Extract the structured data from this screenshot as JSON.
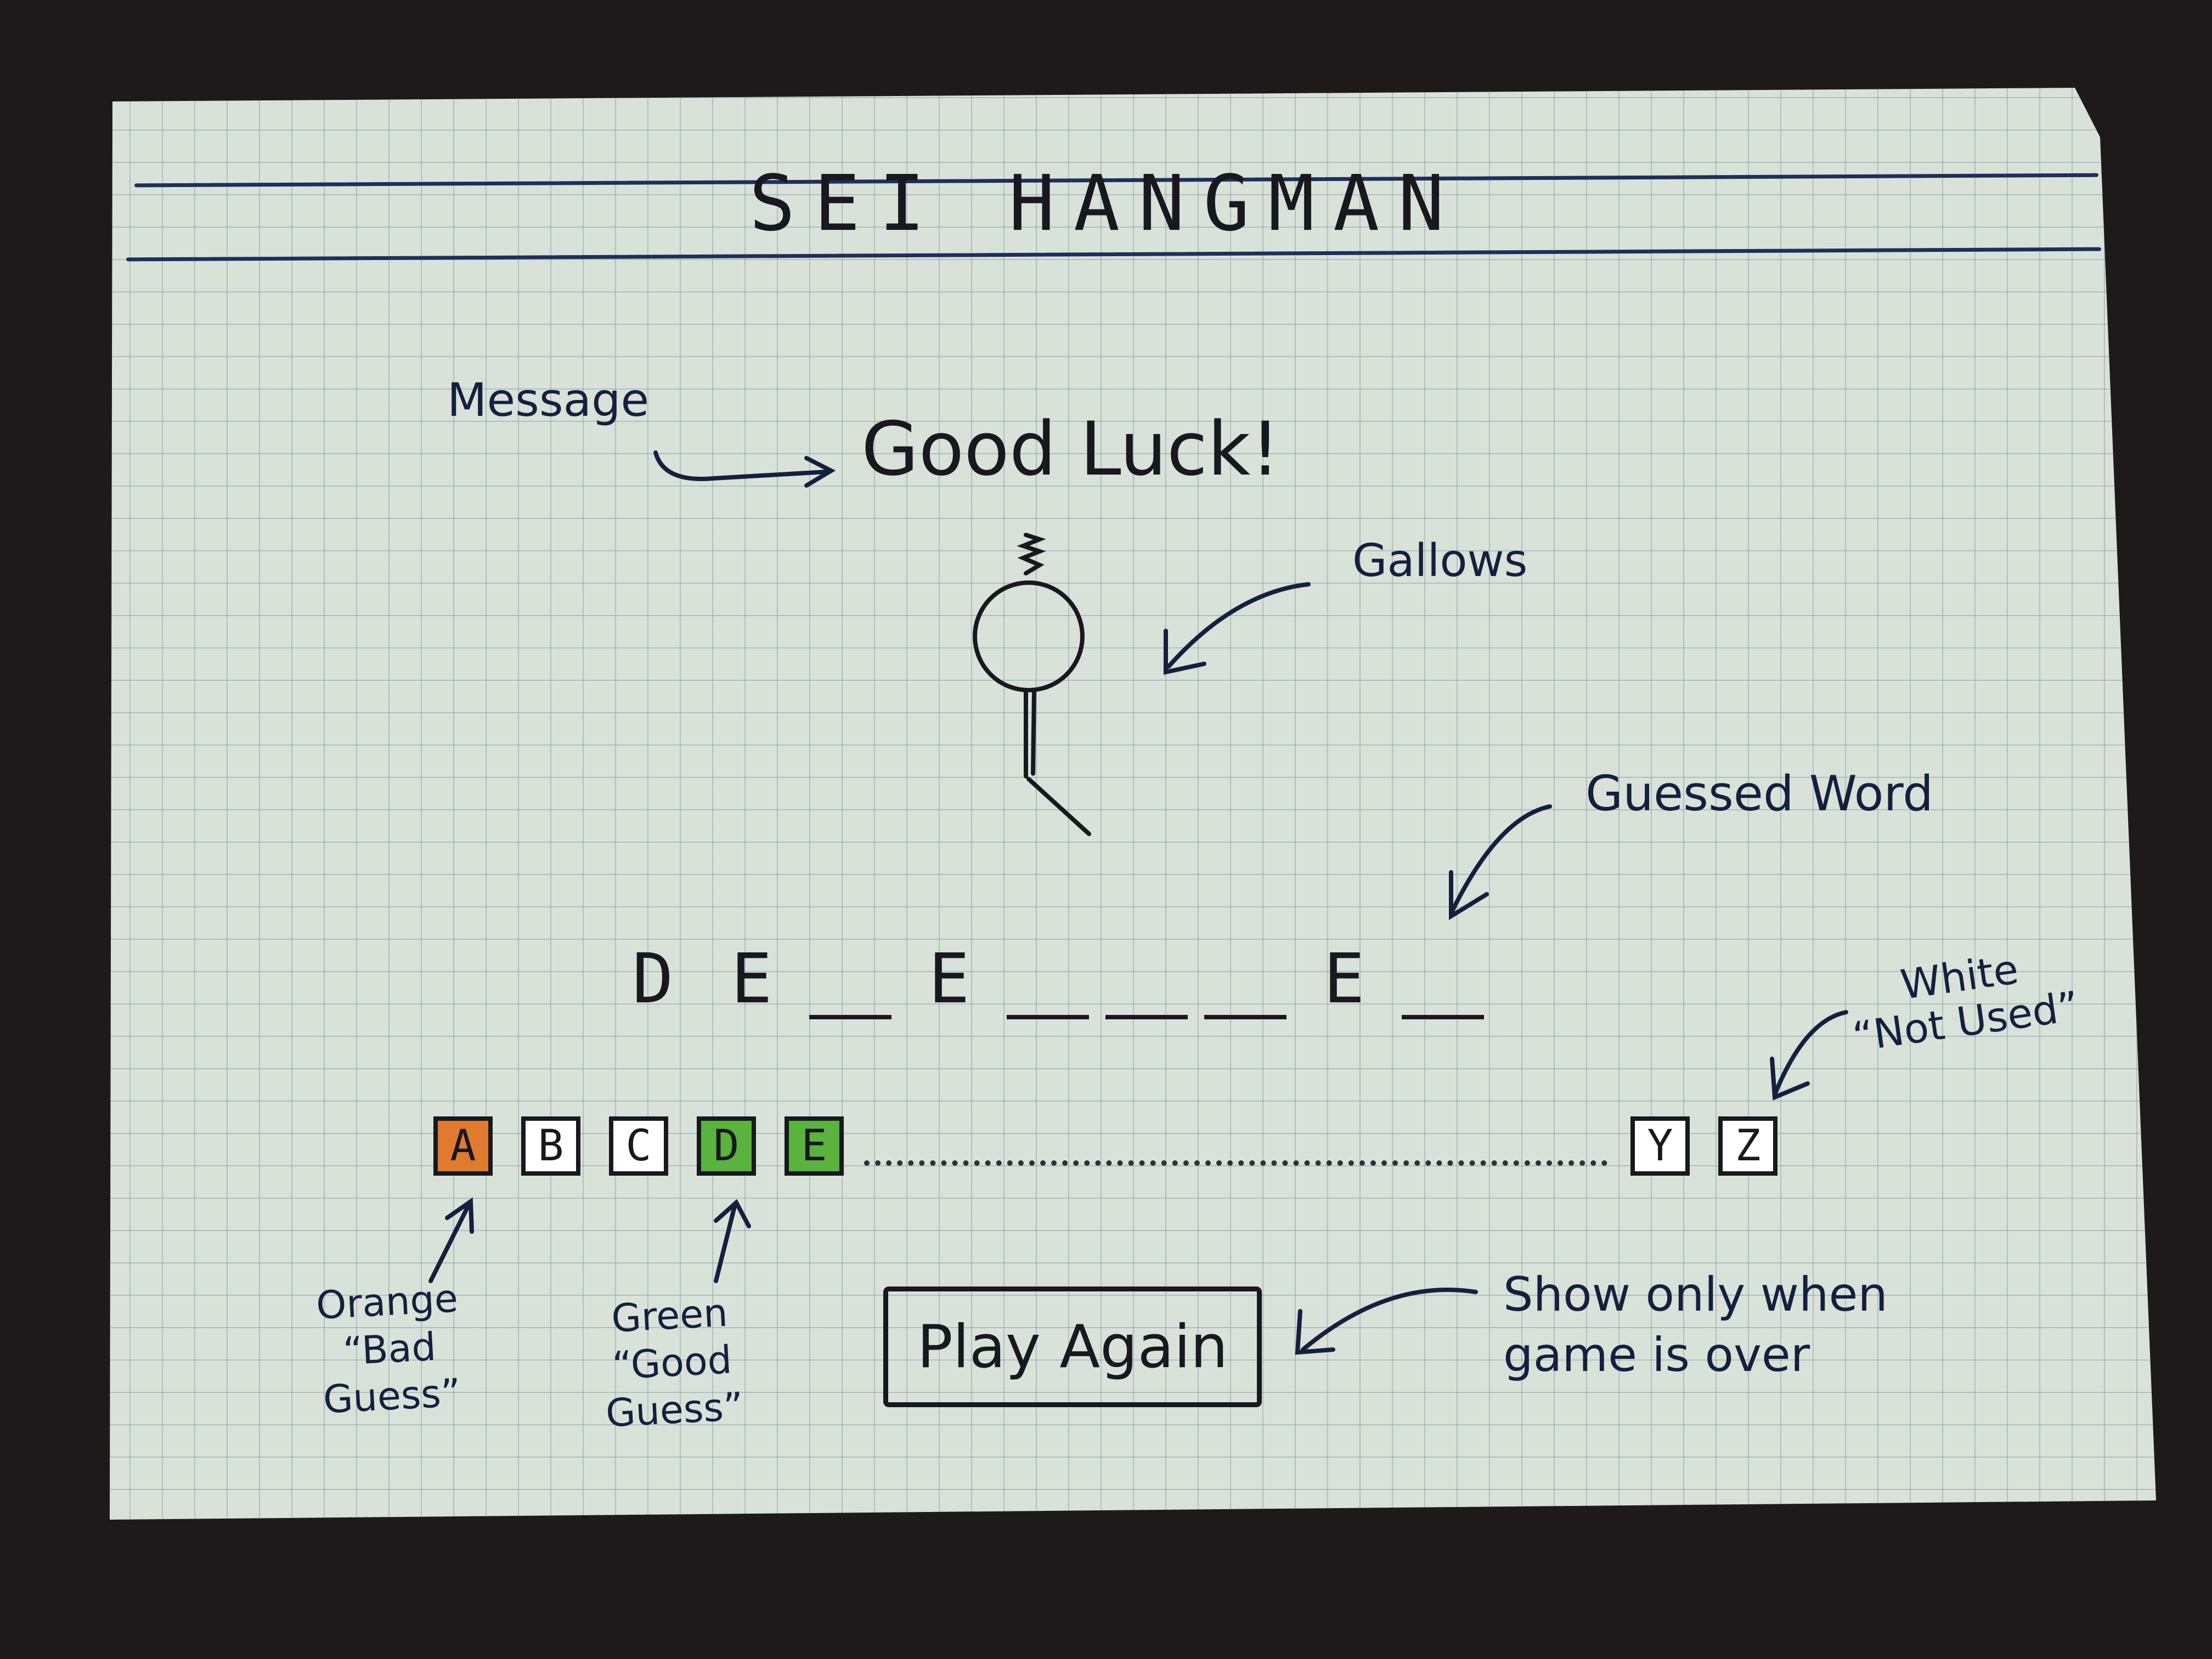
{
  "header": {
    "title": "SEI HANGMAN"
  },
  "message": {
    "annotation": "Message",
    "text": "Good Luck!"
  },
  "gallows": {
    "annotation": "Gallows"
  },
  "guessed_word": {
    "annotation": "Guessed Word",
    "slots": [
      "D",
      "E",
      "",
      "E",
      "",
      "",
      "",
      "E",
      ""
    ]
  },
  "letters": {
    "keys": [
      {
        "label": "A",
        "state": "bad"
      },
      {
        "label": "B",
        "state": "unused"
      },
      {
        "label": "C",
        "state": "unused"
      },
      {
        "label": "D",
        "state": "good"
      },
      {
        "label": "E",
        "state": "good"
      },
      {
        "label": "Y",
        "state": "unused"
      },
      {
        "label": "Z",
        "state": "unused"
      }
    ],
    "state_colors": {
      "bad": "#e07a2f",
      "good": "#59b33c",
      "unused": "#ffffff"
    }
  },
  "annotations": {
    "bad_line1": "Orange",
    "bad_line2": "“Bad",
    "bad_line3": "Guess”",
    "good_line1": "Green",
    "good_line2": "“Good",
    "good_line3": "Guess”",
    "unused_line1": "White",
    "unused_line2": "“Not Used”",
    "play_note_line1": "Show only when",
    "play_note_line2": "game is over"
  },
  "controls": {
    "play_again_label": "Play Again"
  }
}
